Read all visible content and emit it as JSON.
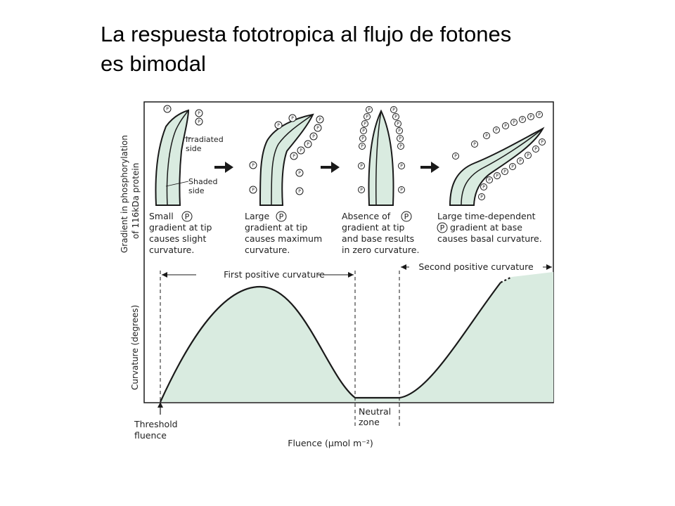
{
  "title": {
    "line1": "La respuesta fototropica al flujo de fotones",
    "line2": "es bimodal"
  },
  "figure": {
    "top_axis_label_line1": "Gradient in phosphorylation",
    "top_axis_label_line2": "of 116kDa protein",
    "y_axis_label": "Curvature (degrees)",
    "x_axis_label": "Fluence (μmol m⁻²)",
    "phospho_marker": "P",
    "panels": [
      {
        "lines": [
          "Small",
          "gradient at tip",
          "causes slight",
          "curvature."
        ]
      },
      {
        "lines": [
          "Large",
          "gradient at tip",
          "causes maximum",
          "curvature."
        ]
      },
      {
        "lines": [
          "Absence of",
          "gradient at tip",
          "and base results",
          "in zero curvature."
        ]
      },
      {
        "lines": [
          "Large time-dependent",
          "gradient at base",
          "causes basal curvature."
        ]
      }
    ],
    "irradiated_side": [
      "Irradiated",
      "side"
    ],
    "shaded_side": [
      "Shaded",
      "side"
    ],
    "first_positive_curvature": "First positive curvature",
    "second_positive_curvature": "Second positive curvature",
    "threshold_fluence": [
      "Threshold",
      "fluence"
    ],
    "neutral_zone": [
      "Neutral",
      "zone"
    ]
  },
  "colors": {
    "fill": "#d9ebe0",
    "stroke": "#1a1a1a"
  }
}
